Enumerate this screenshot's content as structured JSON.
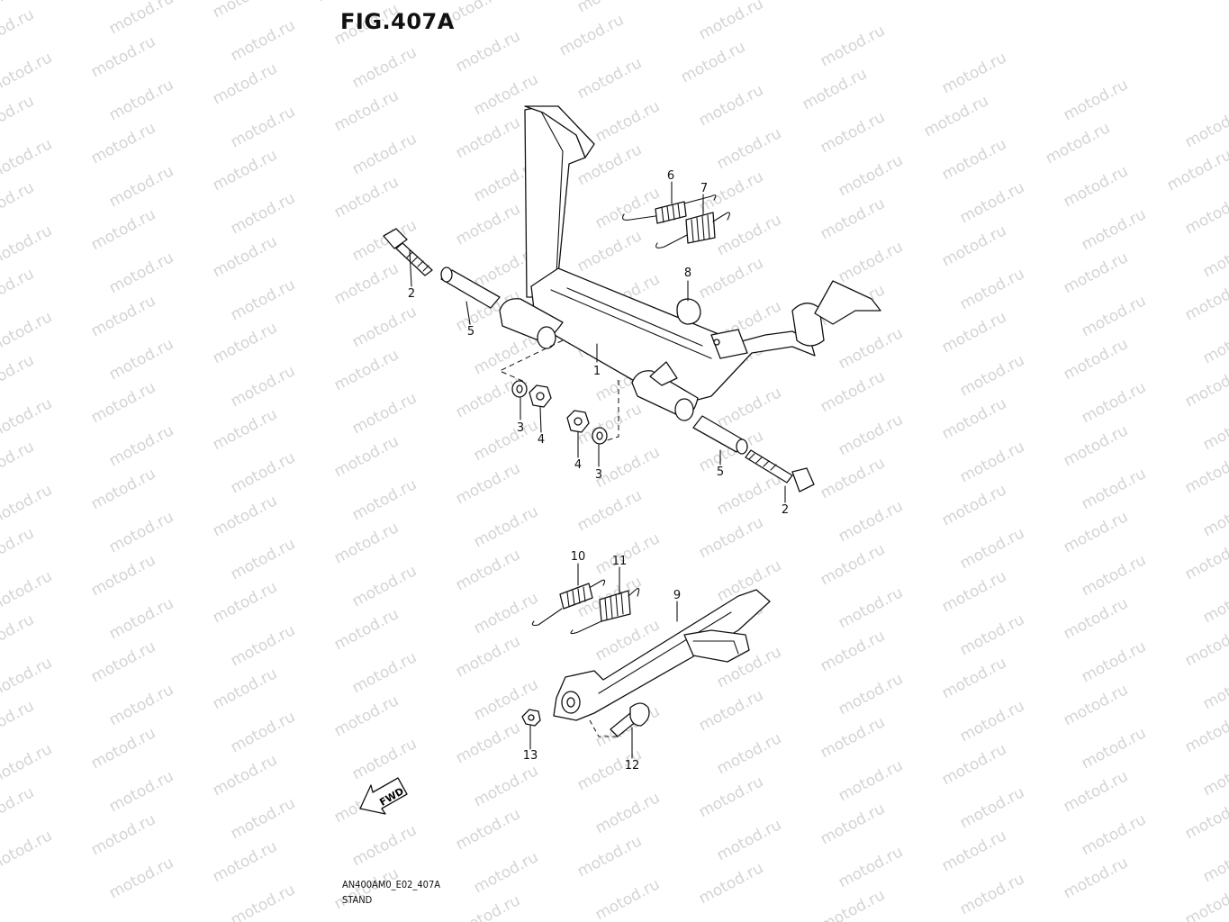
{
  "figure": {
    "title": "FIG.407A",
    "code": "AN400AM0_E02_407A",
    "caption": "STAND",
    "watermark": "motod.ru",
    "fwd_label": "FWD"
  },
  "callouts": [
    {
      "id": "c1",
      "label": "1"
    },
    {
      "id": "c2a",
      "label": "2"
    },
    {
      "id": "c2b",
      "label": "2"
    },
    {
      "id": "c3a",
      "label": "3"
    },
    {
      "id": "c3b",
      "label": "3"
    },
    {
      "id": "c4a",
      "label": "4"
    },
    {
      "id": "c4b",
      "label": "4"
    },
    {
      "id": "c5a",
      "label": "5"
    },
    {
      "id": "c5b",
      "label": "5"
    },
    {
      "id": "c6",
      "label": "6"
    },
    {
      "id": "c7",
      "label": "7"
    },
    {
      "id": "c8",
      "label": "8"
    },
    {
      "id": "c9",
      "label": "9"
    },
    {
      "id": "c10",
      "label": "10"
    },
    {
      "id": "c11",
      "label": "11"
    },
    {
      "id": "c12",
      "label": "12"
    },
    {
      "id": "c13",
      "label": "13"
    }
  ]
}
